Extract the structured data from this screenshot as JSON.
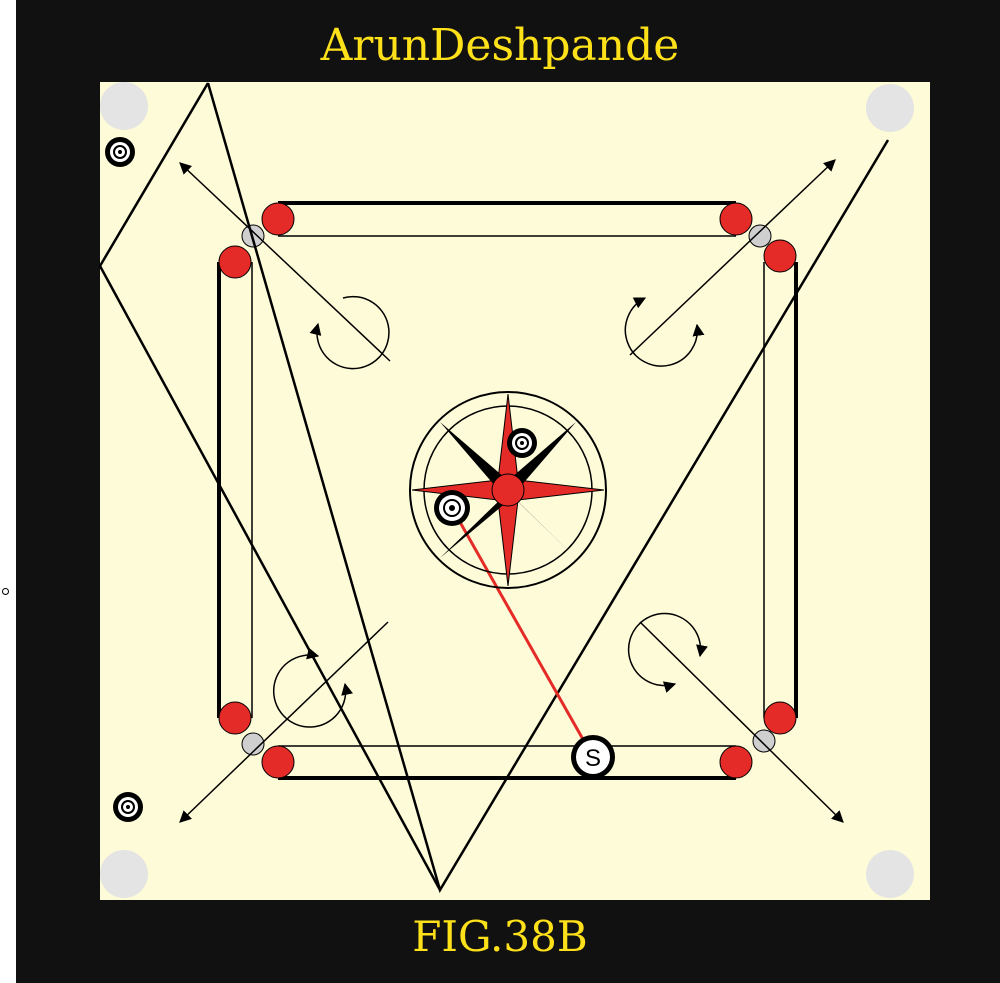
{
  "title": "ArunDeshpande",
  "figure_label": "FIG.38B",
  "striker_label": "S",
  "colors": {
    "frame": "#111111",
    "board": "#fdfbd8",
    "red": "#e52b27",
    "pocket": "#e4e4e4",
    "caption": "#ffe11a",
    "shot_line": "#e52b27"
  }
}
